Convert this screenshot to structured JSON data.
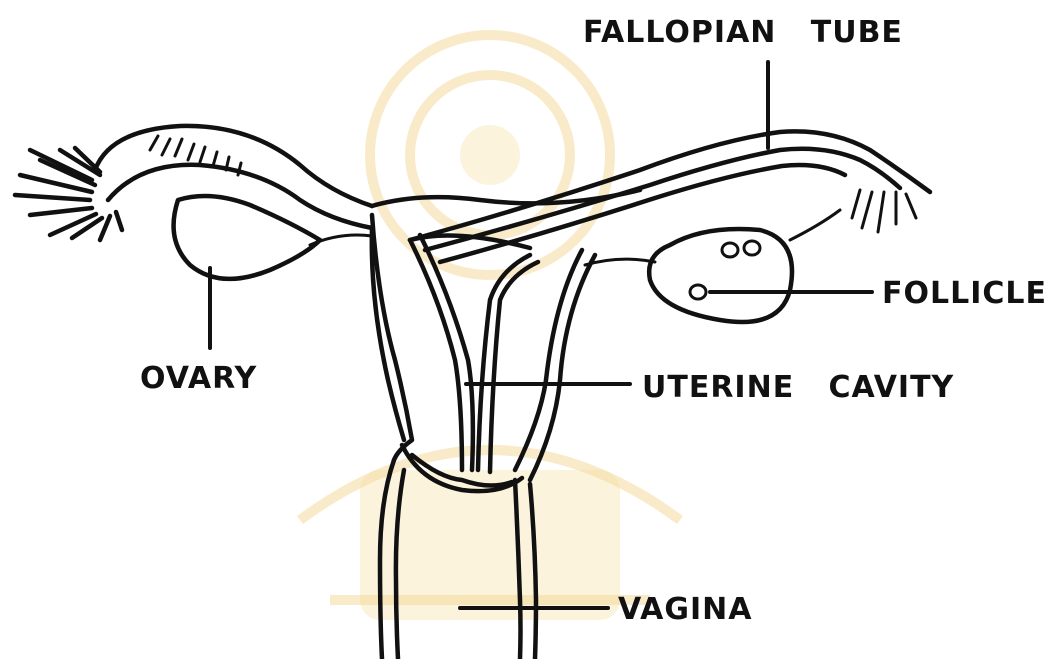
{
  "labels": {
    "fallopian_tube": "FALLOPIAN   TUBE",
    "follicle": "FOLLICLE",
    "ovary": "OVARY",
    "uterine_cavity": "UTERINE   CAVITY",
    "vagina": "VAGINA"
  },
  "colors": {
    "ink": "#111111",
    "watermark": "#f1d38a",
    "background": "#ffffff"
  }
}
